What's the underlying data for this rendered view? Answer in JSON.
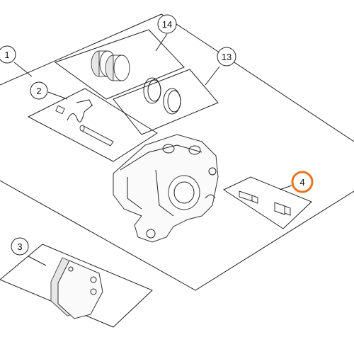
{
  "callouts": {
    "c1": "1",
    "c2": "2",
    "c3": "3",
    "c4": "4",
    "c13": "13",
    "c14": "14"
  },
  "highlight": {
    "target": "4",
    "color": "#e8731c"
  },
  "colors": {
    "line": "#222222",
    "background": "#ffffff"
  }
}
